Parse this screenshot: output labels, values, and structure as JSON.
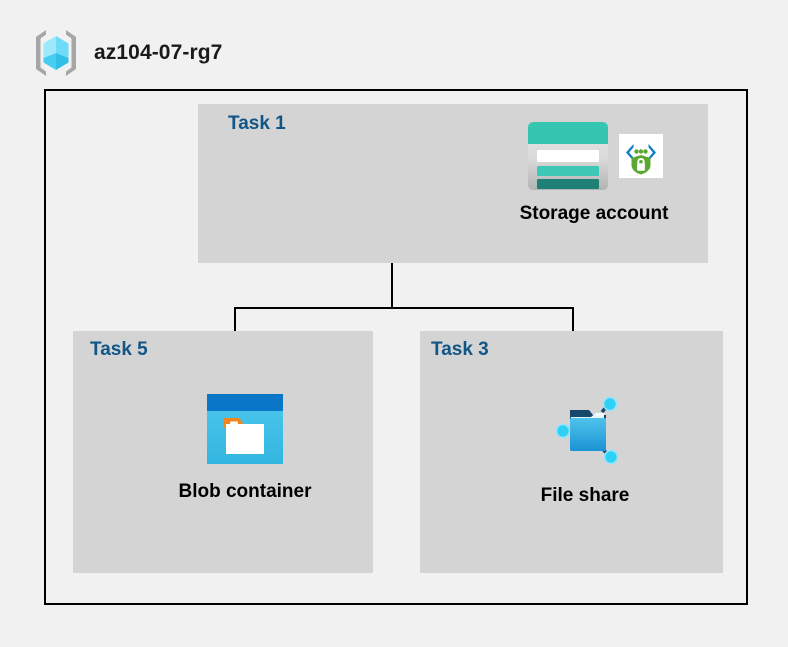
{
  "resource_group": {
    "name": "az104-07-rg7",
    "icon": "resource-group-cube-icon",
    "icon_colors": {
      "bracket": "#a6a6a6",
      "cube_light": "#9ee8fb",
      "cube_mid": "#6fdcf7",
      "cube_dark": "#3fc7ee"
    }
  },
  "boundary": {
    "border_color": "#000000",
    "border_width": 2
  },
  "palette": {
    "page_background": "#f1f1f1",
    "panel_background": "#d4d4d4",
    "task_label_color": "#125688",
    "caption_color": "#000000",
    "connector_color": "#000000"
  },
  "panels": [
    {
      "id": "task1",
      "task_label": "Task 1",
      "node": {
        "caption": "Storage account",
        "icons": [
          "storage-account-icon",
          "secure-transfer-icon"
        ]
      }
    },
    {
      "id": "task5",
      "task_label": "Task 5",
      "node": {
        "caption": "Blob container",
        "icons": [
          "blob-container-icon"
        ]
      }
    },
    {
      "id": "task3",
      "task_label": "Task 3",
      "node": {
        "caption": "File share",
        "icons": [
          "file-share-icon"
        ]
      }
    }
  ],
  "connections": [
    {
      "from": "Storage account",
      "to": "Blob container"
    },
    {
      "from": "Storage account",
      "to": "File share"
    }
  ]
}
